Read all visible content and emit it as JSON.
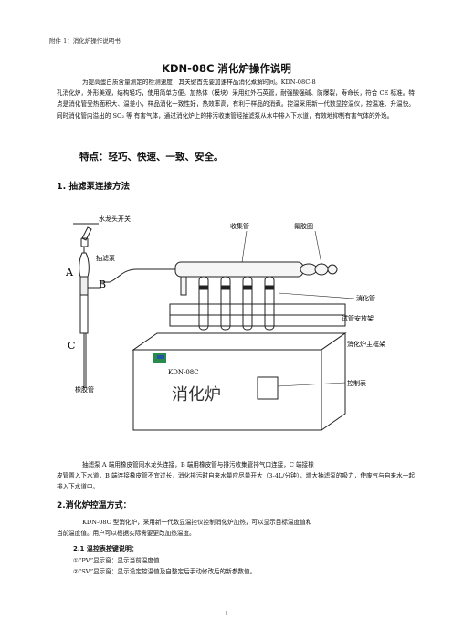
{
  "header": {
    "text": "附件 1：消化炉操作说明书"
  },
  "title": "KDN-08C 消化炉操作说明",
  "intro": {
    "line1": "为提高蛋白质含量测定的检测速度，其关键首先要加速样品消化煮解时间。KDN-08C-8",
    "rest": "孔消化炉，外形美观，结构轻巧，使用简单方便。加热体（模块）采用红外石英管，耐强酸强碱、防爆裂，寿命长，符合 CE 标准。特点是消化管受热面积大、温差小，样品消化一致性好，热效率高，有利于样品的消煮。控温采用新一代数显控温仪，控温准、升温快。同时消化管内溢出的 SO₂ 等 有害气体，通过消化炉上的排污收集管经抽滤泵从水中排入下水道，有效地抑制有害气体的外逸。"
  },
  "features": "特点：轻巧、快速、一致、安全。",
  "section1": {
    "heading": "1. 抽滤泵连接方法"
  },
  "diagram": {
    "labels": {
      "faucet": "水龙头开关",
      "pump": "抽滤泵",
      "collect_pipe": "收集管",
      "rubber_ring": "氟胶圈",
      "a": "A",
      "b": "B",
      "c": "C",
      "digest_tube": "消化管",
      "rack": "试管安放架",
      "frame": "消化炉主框架",
      "rubber_tube": "橡胶管",
      "controller": "控制表",
      "model": "KDN-08C",
      "furnace": "消化炉"
    }
  },
  "para2": {
    "line1": "抽滤泵 A 端用橡皮管同水龙头连接，B 端用橡皮管与排污收集管排气口连接，C 端接橡",
    "rest": "皮管置入下水道，B 端连接橡皮管不宜过长，消化排污时自来水量应尽量开大（3-4L/分钟），增大抽滤泵的吸力，使废气与自来水一起排入下水道中。"
  },
  "section2": {
    "heading": "2.消化炉控温方式："
  },
  "para3": {
    "line1": "KDN-08C 型消化炉，采用新一代数显温控仪控制消化炉加热，可以显示目标温度值和",
    "rest": "当前温度值。用户可以根据实际需要更改加热温度。"
  },
  "section21": {
    "heading": "2.1 温控表按键说明："
  },
  "list": [
    "①“PV”显示窗：显示当前温度值",
    "②“SV”显示窗：显示设定控温值及自整定后手动修改后的新参数值。"
  ],
  "page_number": "1"
}
